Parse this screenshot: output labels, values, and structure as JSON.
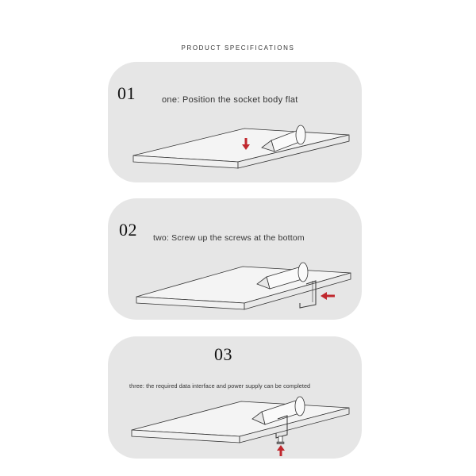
{
  "header": {
    "title": "PRODUCT SPECIFICATIONS"
  },
  "steps": [
    {
      "number": "01",
      "text": "one: Position the socket body flat"
    },
    {
      "number": "02",
      "text": "two: Screw up the screws at the bottom"
    },
    {
      "number": "03",
      "text": "three: the required data interface and power supply can be completed"
    }
  ],
  "colors": {
    "card_background": "#e6e6e6",
    "arrow": "#c0272d",
    "outline": "#333333"
  },
  "icons": [
    "down-arrow-icon",
    "left-arrow-icon",
    "up-arrow-icon"
  ]
}
